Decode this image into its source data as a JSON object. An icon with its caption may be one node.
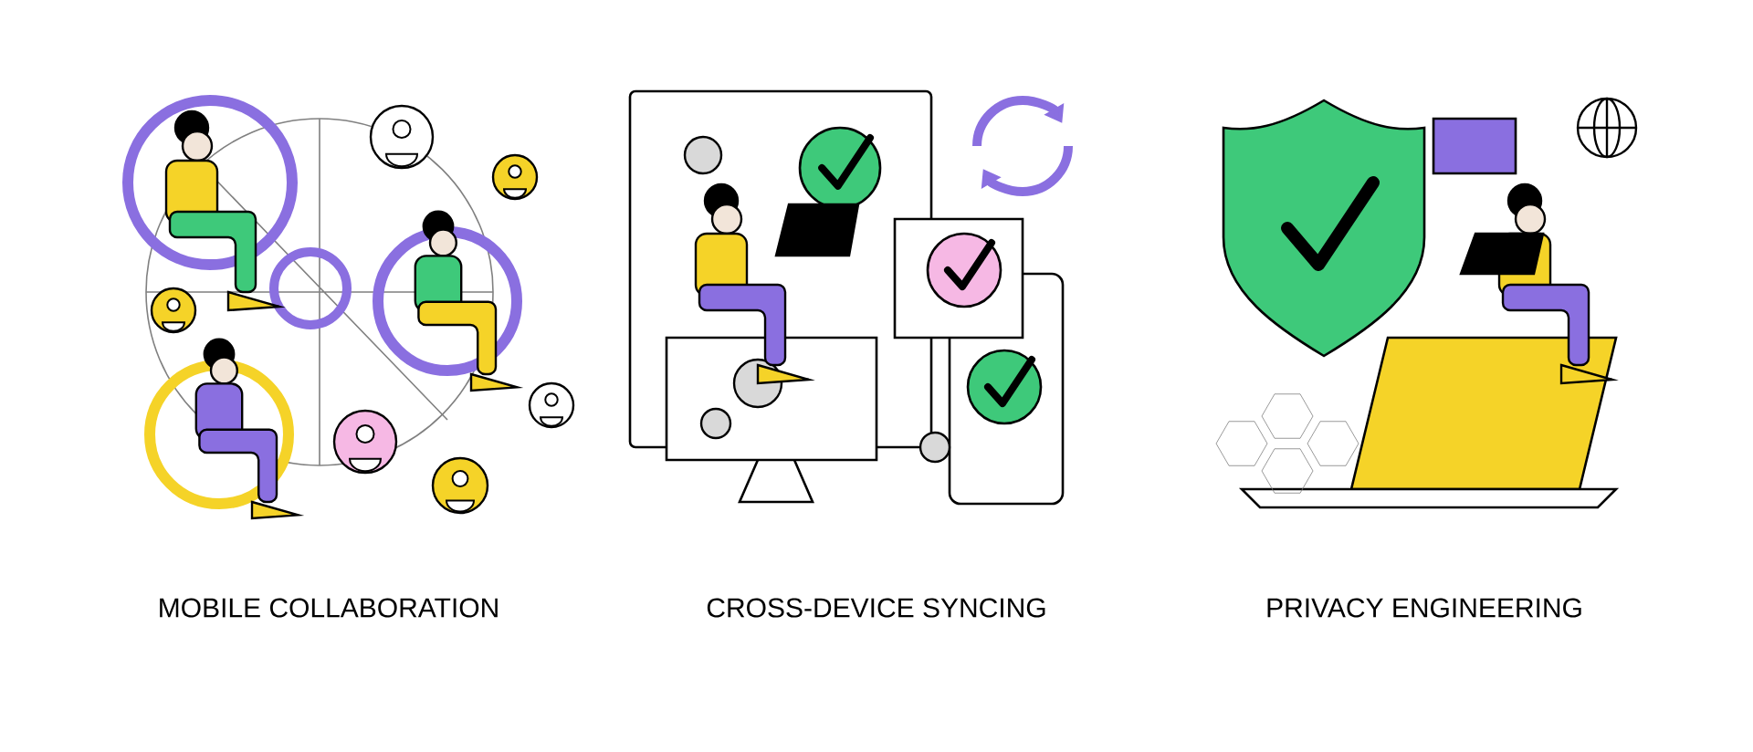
{
  "diagram": {
    "labels": [
      "MOBILE COLLABORATION",
      "CROSS-DEVICE SYNCING",
      "PRIVACY ENGINEERING"
    ]
  }
}
